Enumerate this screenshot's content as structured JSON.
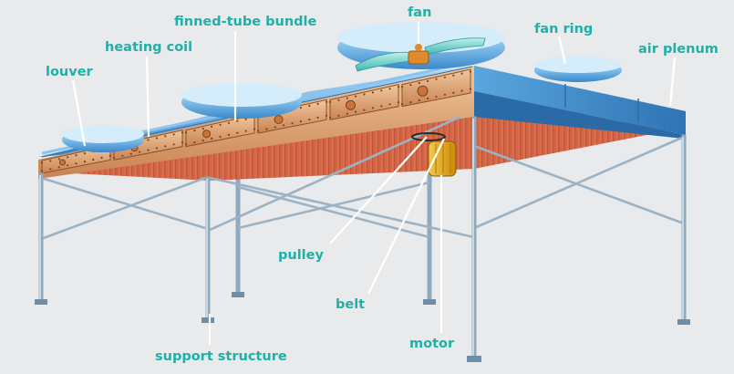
{
  "labels": {
    "fan": "fan",
    "finned_tube_bundle": "finned-tube bundle",
    "fan_ring": "fan ring",
    "heating_coil": "heating coil",
    "air_plenum": "air plenum",
    "louver": "louver",
    "pulley": "pulley",
    "belt": "belt",
    "motor": "motor",
    "support_structure": "support structure"
  },
  "colors": {
    "plenum_blue": "#4a97d6",
    "coil_orange": "#d9603a",
    "frame_copper": "#d79a67",
    "label_teal": "#1fb0a9",
    "motor_yellow": "#e2a514",
    "background": "#e9eaeb"
  }
}
